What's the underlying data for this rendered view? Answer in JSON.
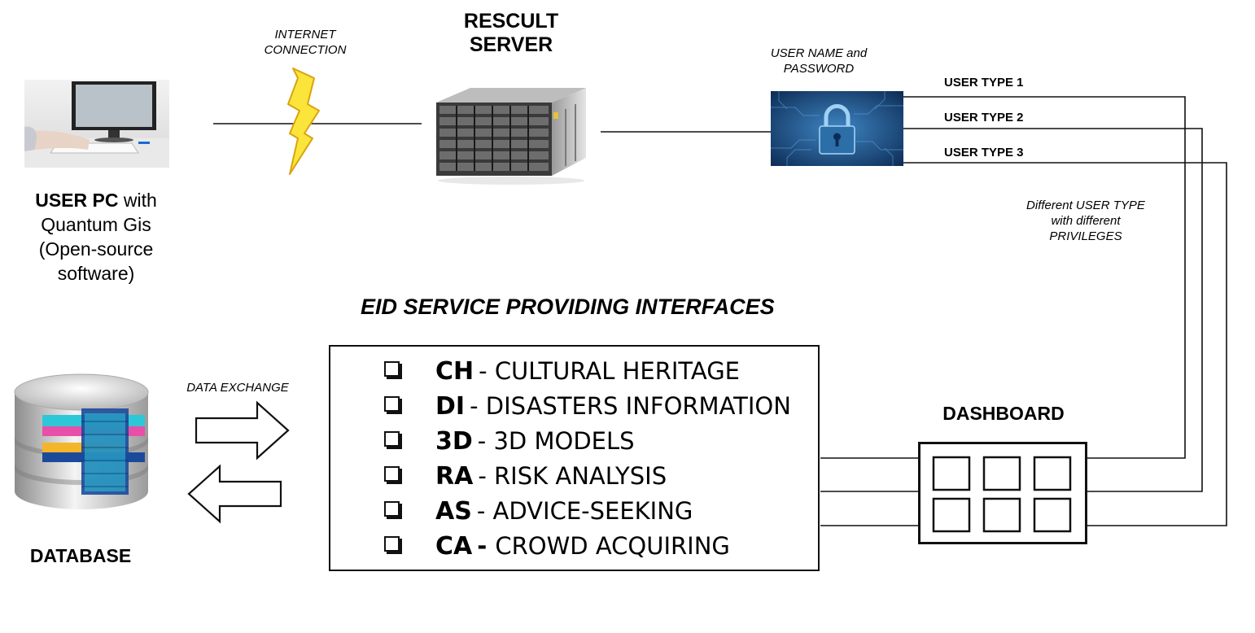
{
  "user_pc": {
    "title": "USER PC",
    "title_suffix": " with",
    "line2": "Quantum Gis",
    "line3": "(Open-source",
    "line4": "software)"
  },
  "internet": {
    "line1": "INTERNET",
    "line2": "CONNECTION"
  },
  "server": {
    "line1": "RESCULT",
    "line2": "SERVER"
  },
  "auth": {
    "line1": "USER NAME and",
    "line2": "PASSWORD"
  },
  "user_types": [
    "USER TYPE 1",
    "USER TYPE 2",
    "USER TYPE 3"
  ],
  "privileges_note": {
    "line1": "Different USER TYPE",
    "line2": "with different",
    "line3": "PRIVILEGES"
  },
  "services": {
    "title": "EID SERVICE PROVIDING INTERFACES",
    "items": [
      {
        "code": "CH",
        "separator": " - ",
        "name": "CULTURAL HERITAGE"
      },
      {
        "code": "DI",
        "separator": " - ",
        "name": "DISASTERS INFORMATION"
      },
      {
        "code": "3D",
        "separator": " - ",
        "name": "3D MODELS"
      },
      {
        "code": "RA",
        "separator": " - ",
        "name": "RISK ANALYSIS"
      },
      {
        "code": "AS",
        "separator": " - ",
        "name": "ADVICE-SEEKING"
      },
      {
        "code": "CA",
        "separator": " - ",
        "name": "CROWD ACQUIRING"
      }
    ]
  },
  "data_exchange": "DATA EXCHANGE",
  "database": "DATABASE",
  "dashboard": "DASHBOARD",
  "colors": {
    "bolt_fill": "#fbe53a",
    "bolt_stroke": "#d9a30f",
    "lock_bg": "#123f6e",
    "db_stripes": [
      "#2ec7d8",
      "#e84fa8",
      "#f5b52a",
      "#1c4a9a"
    ]
  },
  "icons": [
    "computer-icon",
    "lightning-bolt-icon",
    "server-rack-icon",
    "padlock-icon",
    "database-icon",
    "arrow-right-icon",
    "arrow-left-icon",
    "checkbox-icon",
    "dashboard-grid-icon"
  ]
}
